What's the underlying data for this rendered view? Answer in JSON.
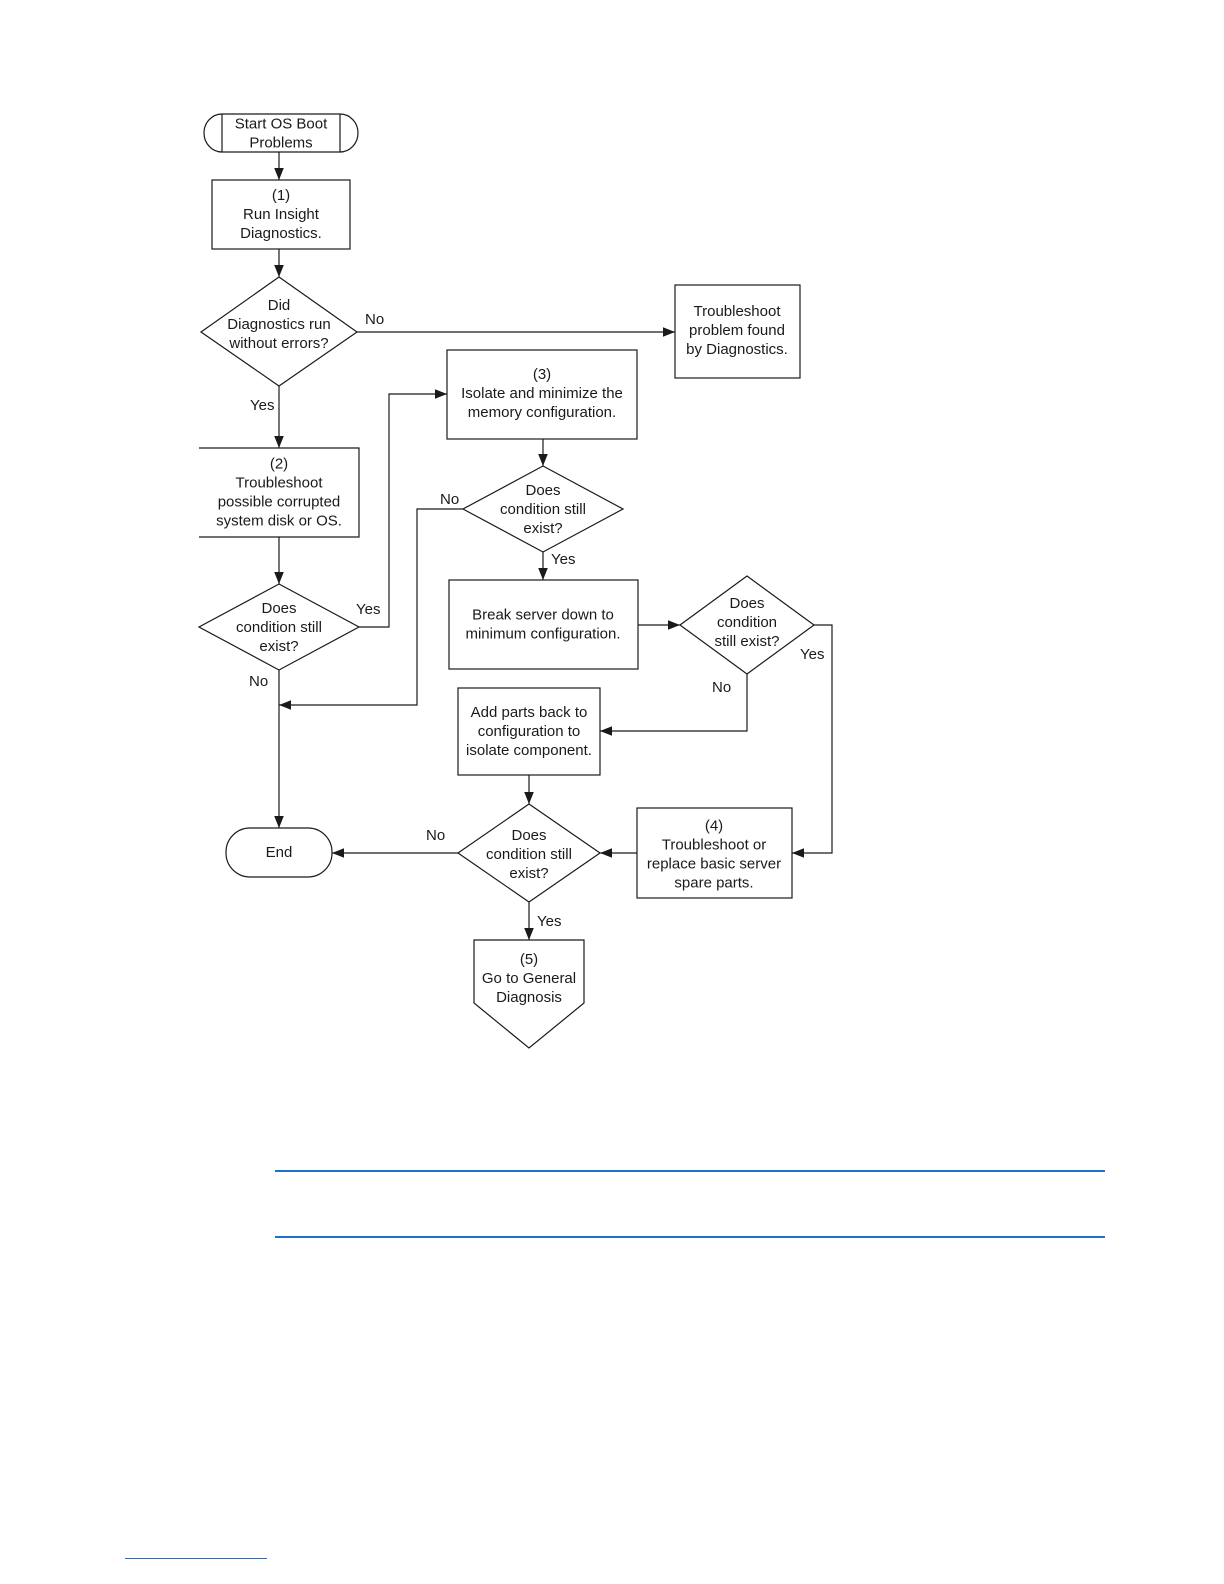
{
  "diagram": {
    "nodes": {
      "start": "Start OS Boot Problems",
      "n1": "(1) Run Insight Diagnostics.",
      "d1": "Did Diagnostics run without errors?",
      "tshoot_diag": "Troubleshoot problem found by Diagnostics.",
      "n2": "(2) Troubleshoot possible corrupted system disk or OS.",
      "d2": "Does condition still exist?",
      "n3": "(3) Isolate and minimize the memory configuration.",
      "d3": "Does condition still exist?",
      "breakdown": "Break server down to minimum configuration.",
      "d4": "Does condition still exist?",
      "addparts": "Add parts back to configuration to isolate component.",
      "n4": "(4) Troubleshoot or replace basic server spare parts.",
      "d5": "Does condition still exist?",
      "end": "End",
      "n5": "(5) Go to General Diagnosis"
    },
    "lines": {
      "start": [
        "Start OS Boot",
        "Problems"
      ],
      "n1": [
        "(1)",
        "Run Insight",
        "Diagnostics."
      ],
      "d1": [
        "Did",
        "Diagnostics run",
        "without errors?"
      ],
      "tshoot_diag": [
        "Troubleshoot",
        "problem found",
        "by Diagnostics."
      ],
      "n2": [
        "(2)",
        "Troubleshoot",
        "possible corrupted",
        "system disk or OS."
      ],
      "d2": [
        "Does",
        "condition still",
        "exist?"
      ],
      "n3": [
        "(3)",
        "Isolate and minimize the",
        "memory configuration."
      ],
      "d3": [
        "Does",
        "condition still",
        "exist?"
      ],
      "breakdown": [
        "Break server down to",
        "minimum configuration."
      ],
      "d4": [
        "Does",
        "condition",
        "still exist?"
      ],
      "addparts": [
        "Add parts back to",
        "configuration to",
        "isolate component."
      ],
      "n4": [
        "(4)",
        "Troubleshoot or",
        "replace basic server",
        "spare parts."
      ],
      "d5": [
        "Does",
        "condition still",
        "exist?"
      ],
      "end": [
        "End"
      ],
      "n5": [
        "(5)",
        "Go to General",
        "Diagnosis"
      ]
    },
    "edges": {
      "start_n1": "",
      "n1_d1": "",
      "d1_no": "No",
      "d1_yes": "Yes",
      "n2_d2": "",
      "d2_yes": "Yes",
      "d2_no": "No",
      "n3_d3": "",
      "d3_no": "No",
      "d3_yes": "Yes",
      "breakdown_d4": "",
      "d4_no": "No",
      "d4_yes": "Yes",
      "addparts_d5": "",
      "n4_d5": "",
      "d5_no": "No",
      "d5_yes": "Yes"
    }
  }
}
